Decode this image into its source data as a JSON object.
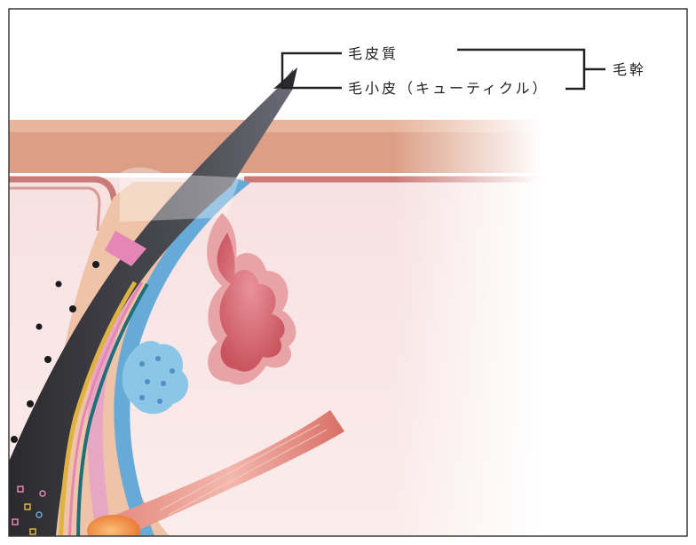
{
  "labels": {
    "cortex": "毛皮質",
    "cuticle": "毛小皮（キューティクル）",
    "hair_shaft": "毛幹"
  },
  "colors": {
    "border": "#3a3a3a",
    "skin_surface": "#dc9f86",
    "dermis": "#f6d8d8",
    "hair_shaft": "#343438",
    "inner_root_sheath_pink": "#e586b6",
    "outer_root_sheath_yellow": "#e0b240",
    "follicle_blue": "#66aad8",
    "sebaceous_gland": "#d96b75",
    "sweat_gland_blue": "#8cc6e6",
    "arrector_muscle": "#e58c7f",
    "papilla_orange": "#ef9544"
  }
}
